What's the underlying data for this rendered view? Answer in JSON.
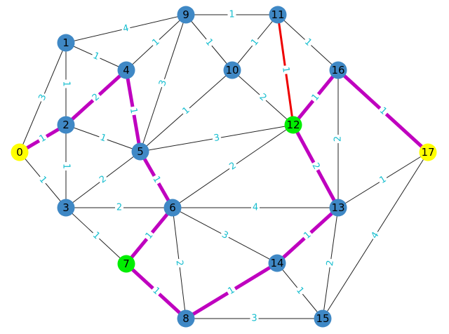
{
  "colors": {
    "node_default": "#3f88c5",
    "node_endpoint": "#ffff00",
    "node_marked": "#00ee00",
    "edge_default": "#222222",
    "edge_path": "#bf00bf",
    "edge_highlight": "#ee0000",
    "weight_label": "#17becf"
  },
  "nodes": [
    {
      "id": "0",
      "label": "0",
      "kind": "endpoint"
    },
    {
      "id": "1",
      "label": "1",
      "kind": "default"
    },
    {
      "id": "2",
      "label": "2",
      "kind": "default"
    },
    {
      "id": "3",
      "label": "3",
      "kind": "default"
    },
    {
      "id": "4",
      "label": "4",
      "kind": "default"
    },
    {
      "id": "5",
      "label": "5",
      "kind": "default"
    },
    {
      "id": "6",
      "label": "6",
      "kind": "default"
    },
    {
      "id": "7",
      "label": "7",
      "kind": "marked"
    },
    {
      "id": "8",
      "label": "8",
      "kind": "default"
    },
    {
      "id": "9",
      "label": "9",
      "kind": "default"
    },
    {
      "id": "10",
      "label": "10",
      "kind": "default"
    },
    {
      "id": "11",
      "label": "11",
      "kind": "default"
    },
    {
      "id": "12",
      "label": "12",
      "kind": "marked"
    },
    {
      "id": "13",
      "label": "13",
      "kind": "default"
    },
    {
      "id": "14",
      "label": "14",
      "kind": "default"
    },
    {
      "id": "15",
      "label": "15",
      "kind": "default"
    },
    {
      "id": "16",
      "label": "16",
      "kind": "default"
    },
    {
      "id": "17",
      "label": "17",
      "kind": "endpoint"
    }
  ],
  "edges": [
    {
      "source": "0",
      "target": "1",
      "weight": "3",
      "style": "default"
    },
    {
      "source": "0",
      "target": "2",
      "weight": "1",
      "style": "path"
    },
    {
      "source": "0",
      "target": "3",
      "weight": "1",
      "style": "default"
    },
    {
      "source": "1",
      "target": "9",
      "weight": "4",
      "style": "default"
    },
    {
      "source": "1",
      "target": "4",
      "weight": "1",
      "style": "default"
    },
    {
      "source": "1",
      "target": "2",
      "weight": "1",
      "style": "default"
    },
    {
      "source": "2",
      "target": "4",
      "weight": "2",
      "style": "path"
    },
    {
      "source": "2",
      "target": "5",
      "weight": "1",
      "style": "default"
    },
    {
      "source": "2",
      "target": "3",
      "weight": "1",
      "style": "default"
    },
    {
      "source": "3",
      "target": "5",
      "weight": "2",
      "style": "default"
    },
    {
      "source": "3",
      "target": "6",
      "weight": "2",
      "style": "default"
    },
    {
      "source": "3",
      "target": "7",
      "weight": "1",
      "style": "default"
    },
    {
      "source": "4",
      "target": "9",
      "weight": "1",
      "style": "default"
    },
    {
      "source": "4",
      "target": "5",
      "weight": "1",
      "style": "path"
    },
    {
      "source": "5",
      "target": "9",
      "weight": "3",
      "style": "default"
    },
    {
      "source": "5",
      "target": "10",
      "weight": "1",
      "style": "default"
    },
    {
      "source": "5",
      "target": "12",
      "weight": "3",
      "style": "default"
    },
    {
      "source": "5",
      "target": "6",
      "weight": "1",
      "style": "path"
    },
    {
      "source": "6",
      "target": "12",
      "weight": "2",
      "style": "default"
    },
    {
      "source": "6",
      "target": "13",
      "weight": "4",
      "style": "default"
    },
    {
      "source": "6",
      "target": "7",
      "weight": "1",
      "style": "path"
    },
    {
      "source": "6",
      "target": "14",
      "weight": "3",
      "style": "default"
    },
    {
      "source": "6",
      "target": "8",
      "weight": "2",
      "style": "default"
    },
    {
      "source": "7",
      "target": "8",
      "weight": "1",
      "style": "path"
    },
    {
      "source": "8",
      "target": "14",
      "weight": "1",
      "style": "path"
    },
    {
      "source": "8",
      "target": "15",
      "weight": "3",
      "style": "default"
    },
    {
      "source": "9",
      "target": "11",
      "weight": "1",
      "style": "default"
    },
    {
      "source": "9",
      "target": "10",
      "weight": "1",
      "style": "default"
    },
    {
      "source": "10",
      "target": "11",
      "weight": "1",
      "style": "default"
    },
    {
      "source": "10",
      "target": "12",
      "weight": "2",
      "style": "default"
    },
    {
      "source": "11",
      "target": "12",
      "weight": "1",
      "style": "highlight"
    },
    {
      "source": "11",
      "target": "16",
      "weight": "1",
      "style": "default"
    },
    {
      "source": "12",
      "target": "16",
      "weight": "1",
      "style": "path"
    },
    {
      "source": "12",
      "target": "13",
      "weight": "2",
      "style": "path"
    },
    {
      "source": "13",
      "target": "16",
      "weight": "2",
      "style": "default"
    },
    {
      "source": "13",
      "target": "17",
      "weight": "1",
      "style": "default"
    },
    {
      "source": "13",
      "target": "14",
      "weight": "1",
      "style": "path"
    },
    {
      "source": "13",
      "target": "15",
      "weight": "2",
      "style": "default"
    },
    {
      "source": "14",
      "target": "15",
      "weight": "1",
      "style": "default"
    },
    {
      "source": "15",
      "target": "17",
      "weight": "4",
      "style": "default"
    },
    {
      "source": "16",
      "target": "17",
      "weight": "1",
      "style": "path"
    }
  ]
}
